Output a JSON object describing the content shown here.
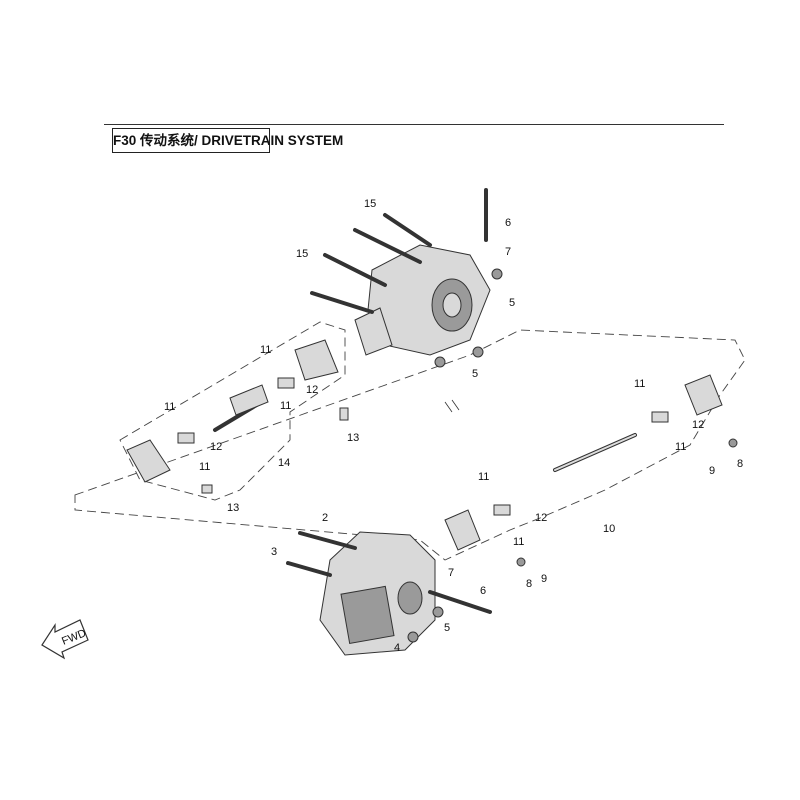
{
  "title": "F30 传动系统/ DRIVETRAIN SYSTEM",
  "fwd_label": "FWD",
  "callouts": [
    {
      "id": "15a",
      "text": "15"
    },
    {
      "id": "15b",
      "text": "15"
    },
    {
      "id": "6a",
      "text": "6"
    },
    {
      "id": "7a",
      "text": "7"
    },
    {
      "id": "5a",
      "text": "5"
    },
    {
      "id": "5b",
      "text": "5"
    },
    {
      "id": "11a",
      "text": "11"
    },
    {
      "id": "12a",
      "text": "12"
    },
    {
      "id": "11b",
      "text": "11"
    },
    {
      "id": "13a",
      "text": "13"
    },
    {
      "id": "11c",
      "text": "11"
    },
    {
      "id": "12b",
      "text": "12"
    },
    {
      "id": "11d",
      "text": "11"
    },
    {
      "id": "14",
      "text": "14"
    },
    {
      "id": "13b",
      "text": "13"
    },
    {
      "id": "11e",
      "text": "11"
    },
    {
      "id": "12c",
      "text": "12"
    },
    {
      "id": "11f",
      "text": "11"
    },
    {
      "id": "8a",
      "text": "8"
    },
    {
      "id": "9a",
      "text": "9"
    },
    {
      "id": "10",
      "text": "10"
    },
    {
      "id": "11g",
      "text": "11"
    },
    {
      "id": "12d",
      "text": "12"
    },
    {
      "id": "11h",
      "text": "11"
    },
    {
      "id": "8b",
      "text": "8"
    },
    {
      "id": "9b",
      "text": "9"
    },
    {
      "id": "2",
      "text": "2"
    },
    {
      "id": "3",
      "text": "3"
    },
    {
      "id": "7b",
      "text": "7"
    },
    {
      "id": "6b",
      "text": "6"
    },
    {
      "id": "5c",
      "text": "5"
    },
    {
      "id": "4",
      "text": "4"
    }
  ]
}
